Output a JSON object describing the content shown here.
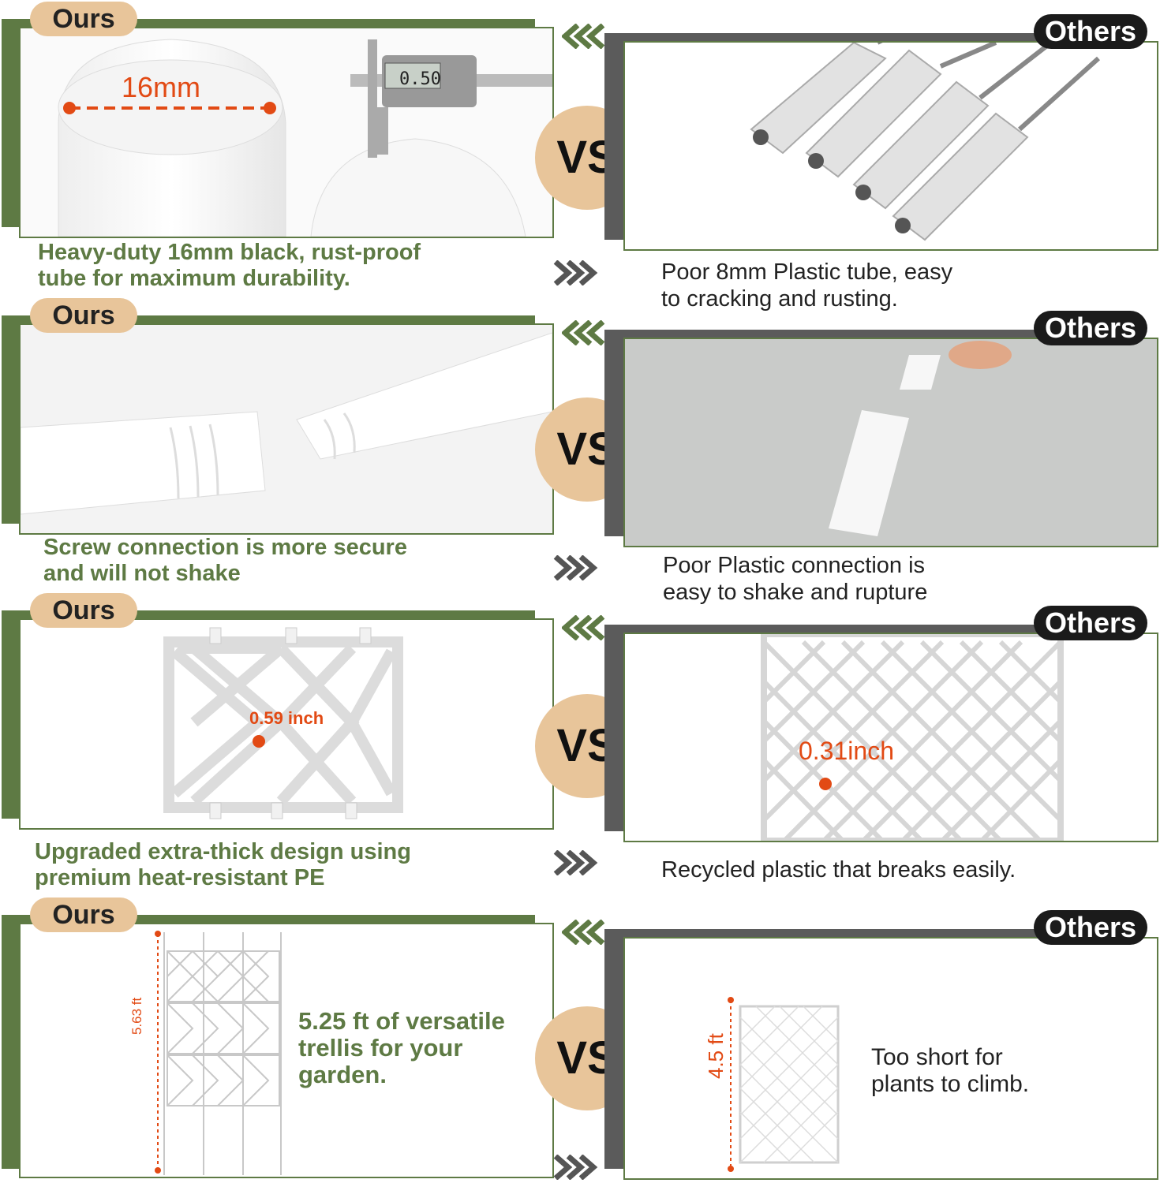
{
  "tags": {
    "ours": "Ours",
    "others": "Others",
    "vs": "VS"
  },
  "colors": {
    "green": "#5e7a44",
    "tan": "#e8c59a",
    "dark": "#1b1b1b",
    "accent": "#e24a14"
  },
  "rows": [
    {
      "ours_caption": [
        "Heavy-duty 16mm black, rust-proof",
        "tube for maximum durability."
      ],
      "ours_label": "16mm",
      "caliper_reading": "0.50",
      "others_caption": [
        "Poor 8mm Plastic tube, easy",
        "to cracking and rusting."
      ]
    },
    {
      "ours_caption": [
        "Screw connection is more secure",
        "and will not shake"
      ],
      "others_caption": [
        "Poor Plastic connection is",
        "easy to shake and rupture"
      ]
    },
    {
      "ours_caption": [
        "Upgraded extra-thick design using",
        "premium heat-resistant PE"
      ],
      "ours_label": "0.59 inch",
      "others_label": "0.31inch",
      "others_caption": [
        "Recycled plastic that breaks easily."
      ]
    },
    {
      "ours_text": [
        "5.25 ft of versatile",
        "trellis for your",
        "garden."
      ],
      "ours_dim": "5.63 ft",
      "others_dim": "4.5 ft",
      "others_text": [
        "Too short for",
        "plants to climb."
      ]
    }
  ]
}
